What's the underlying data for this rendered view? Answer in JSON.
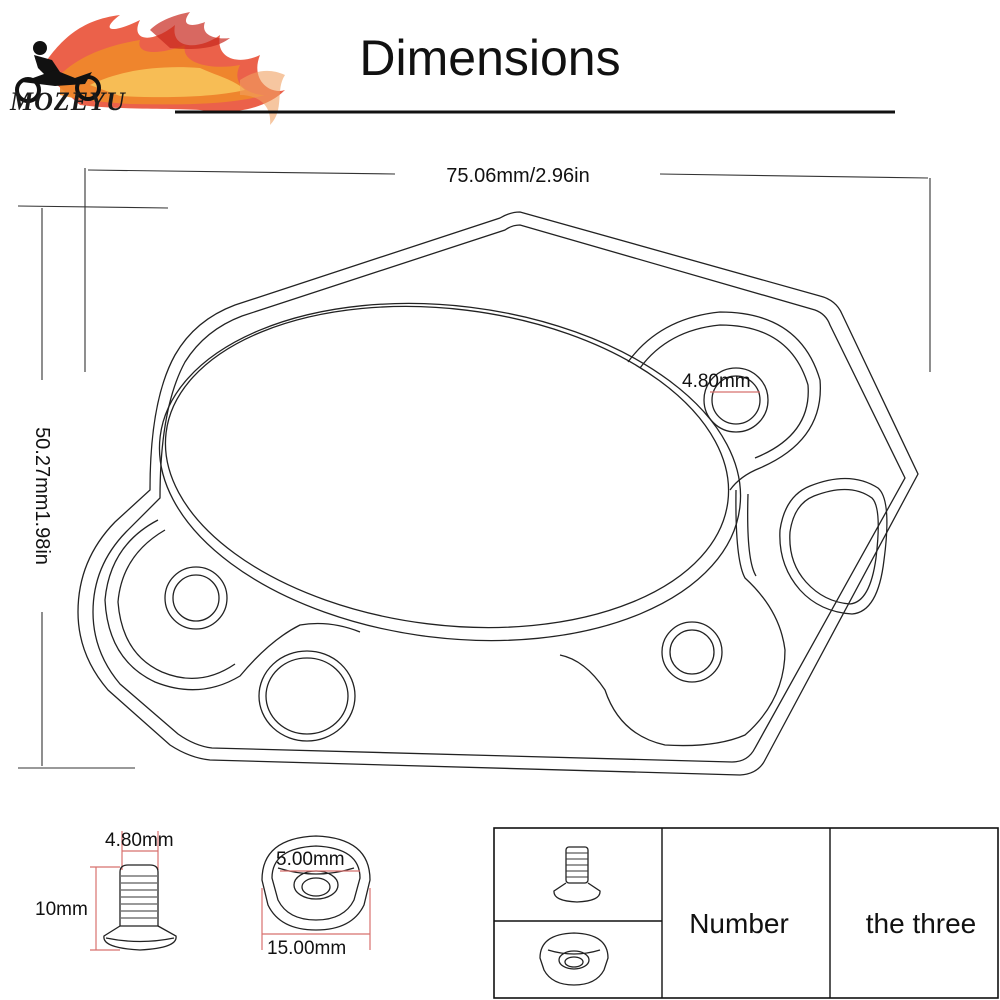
{
  "brand": {
    "name": "MOZEYU"
  },
  "title": "Dimensions",
  "colors": {
    "accent": "#d8706e",
    "flame_red": "#c8281e",
    "flame_orange": "#f08a2a",
    "line": "#222222"
  },
  "plate": {
    "width_label": "75.06mm/2.96in",
    "height_label": "50.27mm1.98in",
    "hole_label": "4.80mm"
  },
  "bolt": {
    "diameter_label": "4.80mm",
    "length_label": "10mm"
  },
  "washer": {
    "inner_label": "5.00mm",
    "outer_label": "15.00mm"
  },
  "table": {
    "header_label": "Number",
    "value_label": "the three"
  }
}
